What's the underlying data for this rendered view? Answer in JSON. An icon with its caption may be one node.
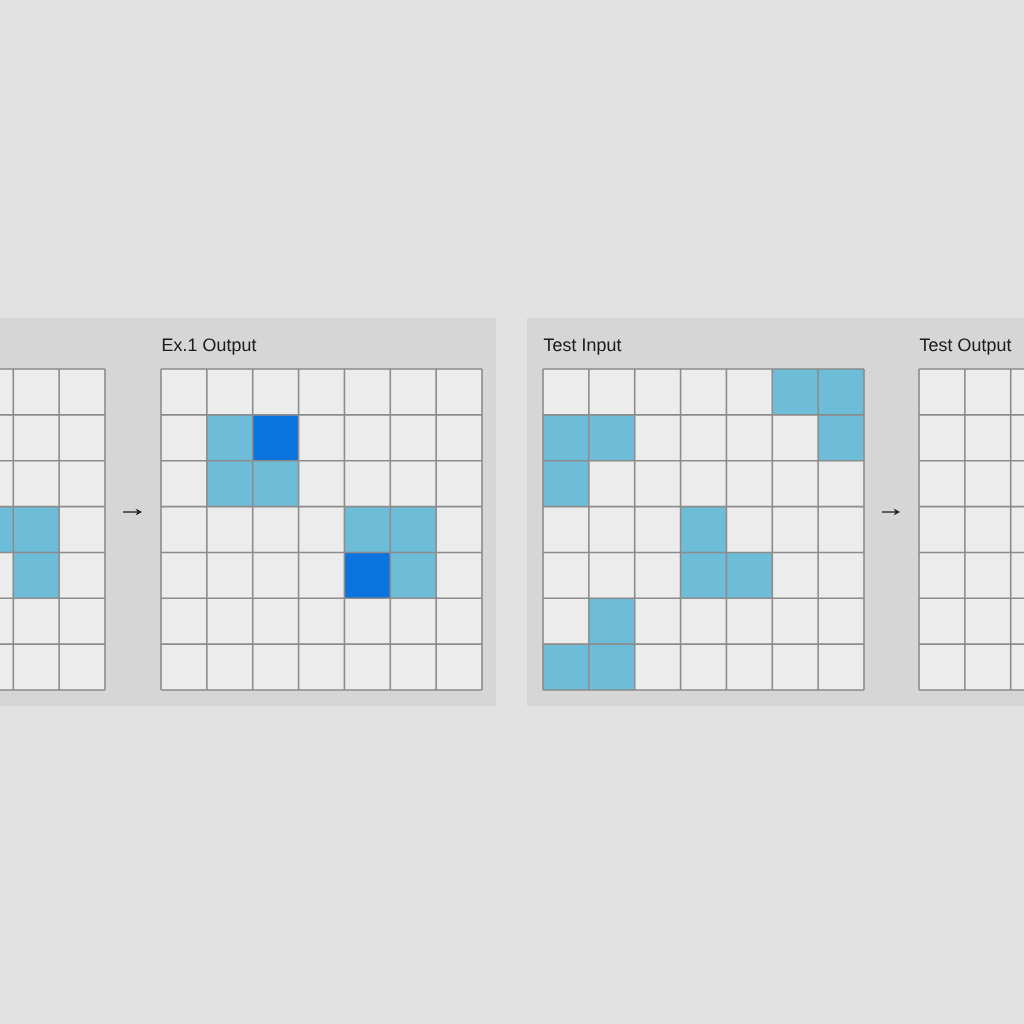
{
  "diagram": {
    "nodes": [
      {
        "text": [],
        "shape": "box"
      },
      {
        "text": [],
        "shape": "grid",
        "in": 0
      },
      {
        "text": [
          "Ex.1 Output"
        ],
        "in": 0
      },
      {
        "text": [],
        "shape": "box"
      },
      {
        "text": [
          "Test Input"
        ],
        "in": 3
      },
      {
        "text": [
          "Test Output"
        ],
        "in": 3
      }
    ],
    "edges": [
      {
        "from": 1,
        "to": 2,
        "arrow": "to"
      },
      {
        "from": 4,
        "to": 5,
        "arrow": "to"
      }
    ]
  }
}
